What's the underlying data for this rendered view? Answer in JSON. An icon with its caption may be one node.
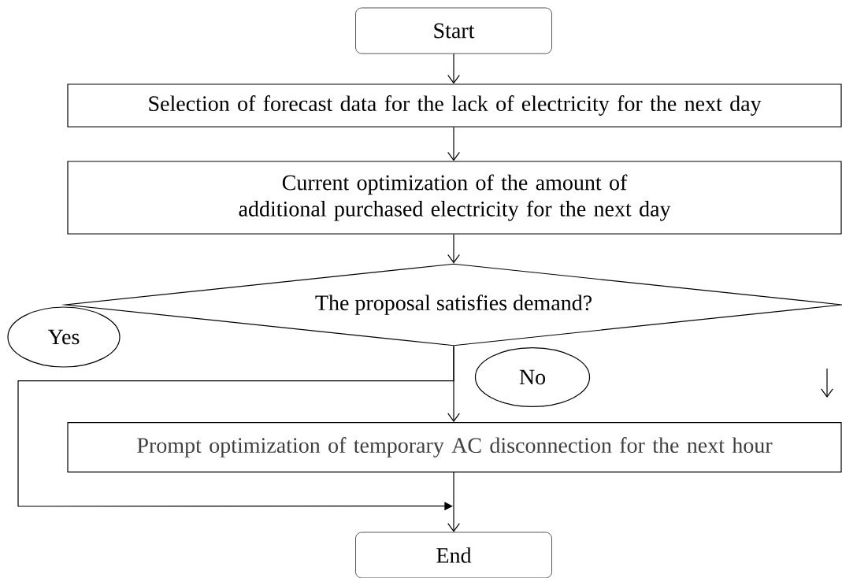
{
  "diagram": {
    "nodes": [
      {
        "text": [
          "Start"
        ]
      },
      {
        "text": [
          "Selection of forecast data for the lack of electricity for the next day"
        ]
      },
      {
        "text": [
          "Current optimization of the amount of additional purchased electricity for the next day"
        ]
      },
      {
        "text": [
          "The proposal satisfies demand?"
        ]
      },
      {
        "text": [
          "Yes"
        ]
      },
      {
        "text": [
          "No"
        ]
      },
      {
        "text": [
          "Prompt optimization of temporary AC disconnection for the next hour"
        ]
      },
      {
        "text": [
          "End"
        ]
      }
    ],
    "edges": [
      {
        "from": 0,
        "to": 1,
        "arrow": "to"
      },
      {
        "from": 1,
        "to": 2,
        "arrow": "to"
      },
      {
        "from": 2,
        "to": 3,
        "arrow": "to"
      },
      {
        "from": 3,
        "to": 6,
        "arrow": "to"
      },
      {
        "from": 6,
        "to": 7,
        "arrow": "to"
      },
      {
        "from": 3,
        "to": 7,
        "arrow": "to"
      }
    ]
  }
}
